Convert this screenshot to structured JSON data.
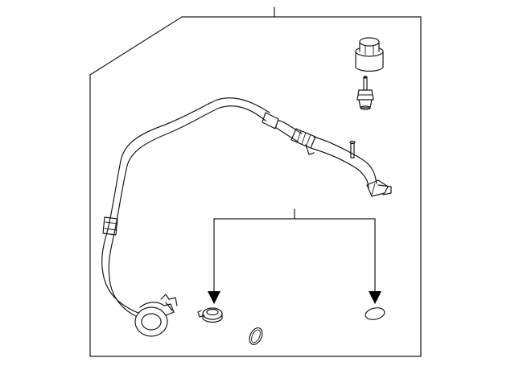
{
  "diagram": {
    "type": "exploded-parts-diagram",
    "parts": [
      "hose-line-assembly",
      "service-valve-cap",
      "schrader-valve-core",
      "hose-clip",
      "seal-o-ring",
      "seal-washer"
    ],
    "callouts": [
      "assembly-leader",
      "hardware-group-bracket"
    ],
    "colors": {
      "line": "#1a1a1a",
      "background": "#ffffff",
      "arrow": "#000000"
    }
  }
}
